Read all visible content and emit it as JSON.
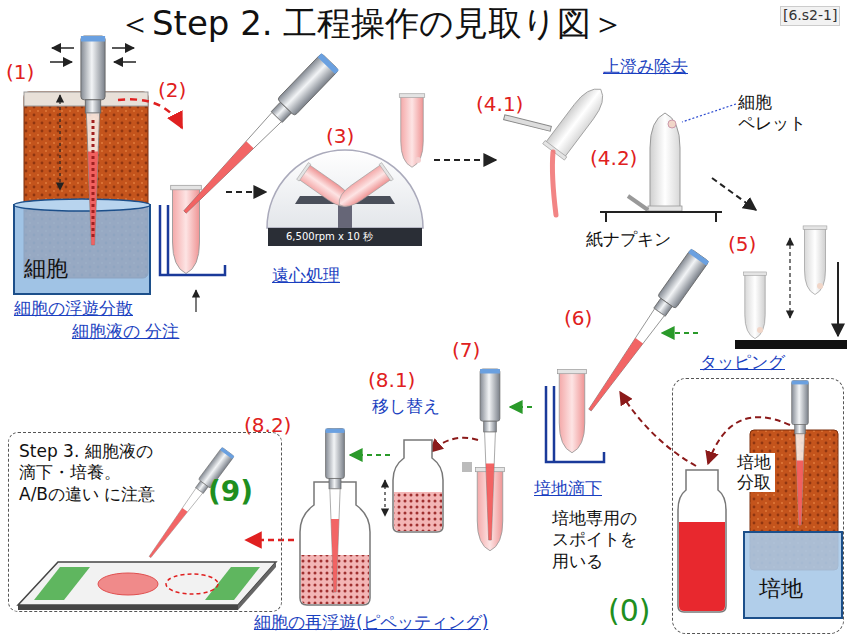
{
  "diagram": {
    "title": "＜Step 2. 工程操作の見取り図＞",
    "nodes": [
      {
        "text": [
          "Step 3. 細胞液の 滴下・培養。 A/Bの違い に注意"
        ]
      },
      {
        "text": [
          "培地分取",
          "培地"
        ]
      }
    ],
    "labels": [
      "[6.s2-1]",
      "(1)",
      "(2)",
      "(3)",
      "(4.1)",
      "(4.2)",
      "(5)",
      "(6)",
      "(7)",
      "(8.1)",
      "(8.2)",
      "(9)",
      "(0)",
      "細胞",
      "細胞の浮遊分散",
      "細胞液の 分注",
      "6,500rpm x 10 秒",
      "遠心処理",
      "上澄み除去",
      "細胞 ペレット",
      "紙ナプキン",
      "タッピング",
      "培地滴下",
      "培地専用の スポイトを 用いる",
      "移し替え",
      "細胞の再浮遊(ピペッティング)"
    ]
  }
}
